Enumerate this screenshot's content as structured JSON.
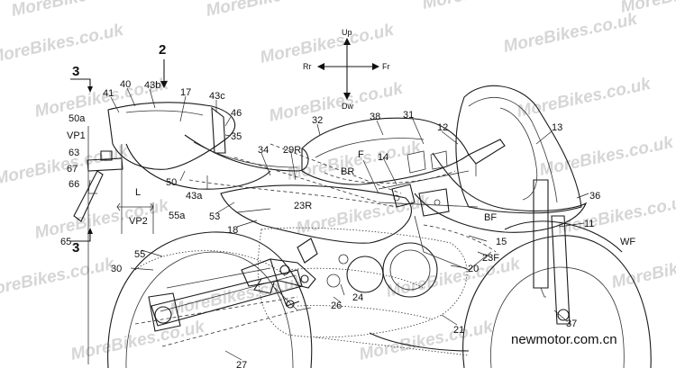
{
  "watermark": {
    "text": "MoreBikes.co.uk"
  },
  "site_caption": "newmotor.com.cn",
  "compass": {
    "up": "Up",
    "down": "Dw",
    "rear": "Rr",
    "front": "Fr"
  },
  "section_marks": {
    "upper": "3",
    "lower": "3",
    "view_arrow": "2"
  },
  "part_labels": [
    "41",
    "40",
    "43b",
    "17",
    "43c",
    "46",
    "35",
    "32",
    "38",
    "31",
    "12",
    "13",
    "50a",
    "VP1",
    "63",
    "67",
    "66",
    "34",
    "29R",
    "F",
    "BR",
    "14",
    "50",
    "43a",
    "23R",
    "36",
    "BF",
    "L",
    "VP2",
    "55a",
    "53",
    "18",
    "11",
    "65",
    "55",
    "15",
    "WF",
    "23F",
    "30",
    "20",
    "24",
    "26",
    "21",
    "37",
    "27"
  ]
}
